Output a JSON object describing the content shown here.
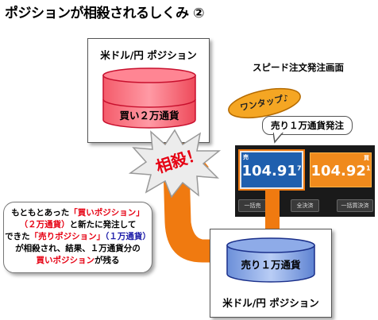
{
  "title": "ポジションが相殺されるしくみ ②",
  "top_box": {
    "label": "米ドル/円 ポジション",
    "cylinder_text": "買い２万通貨"
  },
  "bottom_box": {
    "label": "米ドル/円 ポジション",
    "cylinder_text": "売り１万通貨"
  },
  "speed_order": {
    "screen_title": "スピード注文発注画面",
    "one_tap_label": "ワンタップ♪",
    "balloon_text": "売り１万通貨発注",
    "sell_tag": "売",
    "buy_tag": "買",
    "sell_price": {
      "main": "104.91",
      "sup": "7"
    },
    "buy_price": {
      "main": "104.92",
      "sup": "1"
    },
    "buttons": [
      "一括売",
      "全決済",
      "一括買決済"
    ]
  },
  "offset_burst": "相殺！",
  "explanation": {
    "line1_a": "もともとあった",
    "line1_b": "「買いポジション」",
    "line2": "（２万通貨）",
    "line2_b": "と新たに発注して",
    "line3_a": "できた",
    "line3_b": "「売りポジション」",
    "line3_c": "（１万通貨）",
    "line4": "が相殺され、結果、１万通貨分の",
    "line5_a": "買いポジション",
    "line5_b": "が残る"
  },
  "colors": {
    "buy_red": "#e60012",
    "sell_blue": "#1a1aa8",
    "arrow_orange": "#f07a10",
    "one_tap_bg": "#f5a623",
    "sell_border": "#2f6fce",
    "buy_bg": "#f08a1c"
  }
}
